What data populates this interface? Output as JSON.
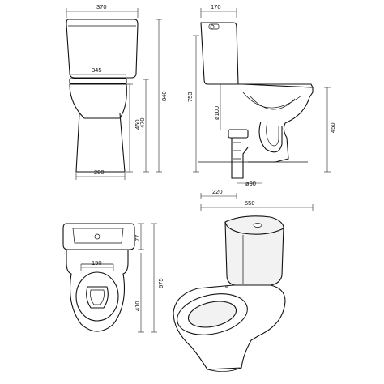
{
  "front_view": {
    "width_tank": "370",
    "width_tank_inner": "345",
    "width_base": "280",
    "height_total": "840",
    "height_pan": "470",
    "height_seat": "450"
  },
  "side_view": {
    "depth_tank": "170",
    "height_outlet_top": "753",
    "outlet_dia": "ø100",
    "height_seat": "450",
    "inlet_dia": "ø90",
    "outlet_offset": "220",
    "depth_total": "550"
  },
  "plan_view": {
    "tank_depth": "77",
    "pan_length": "410",
    "total_length": "675",
    "fixing_width": "150"
  },
  "colors": {
    "line": "#111111",
    "background": "#ffffff"
  }
}
